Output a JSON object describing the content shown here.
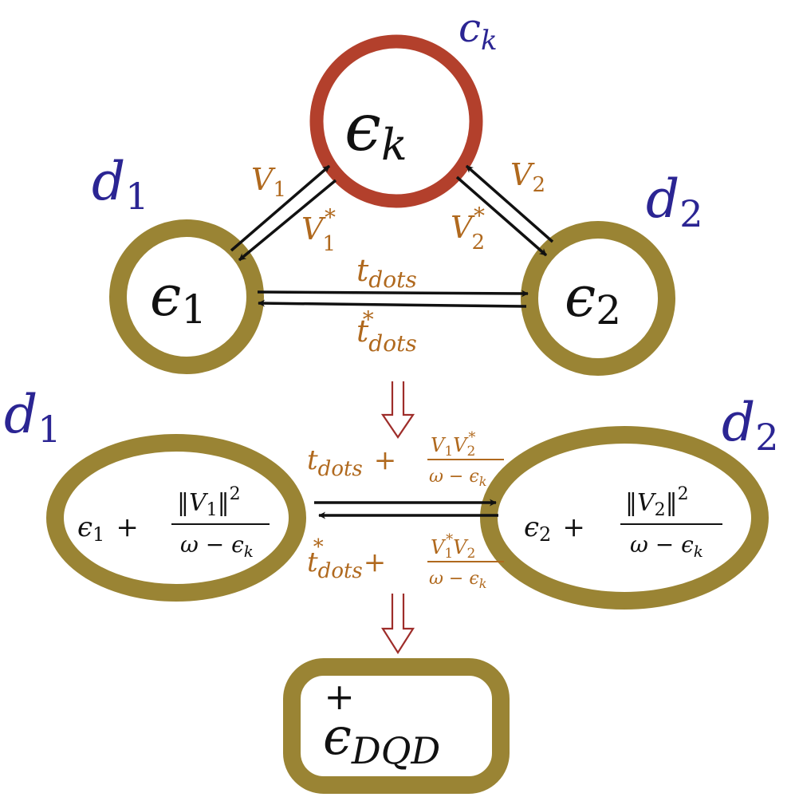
{
  "colors": {
    "gold": "#9a8434",
    "red": "#b3402c",
    "blue": "#2b2593",
    "brown": "#b0691e",
    "dark_red": "#9e2d2a",
    "black": "#111111"
  },
  "top": {
    "bath_label": "c",
    "bath_label_sub": "k",
    "bath_energy": "ϵ",
    "bath_energy_sub": "k",
    "dot1_label": "d",
    "dot1_label_sub": "1",
    "dot2_label": "d",
    "dot2_label_sub": "2",
    "dot1_energy": "ϵ",
    "dot1_energy_sub": "1",
    "dot2_energy": "ϵ",
    "dot2_energy_sub": "2",
    "v1": "V",
    "v1_sub": "1",
    "v1_star": "V",
    "v1_star_sub": "1",
    "v2": "V",
    "v2_sub": "2",
    "v2_star": "V",
    "v2_star_sub": "2",
    "star": "*",
    "t": "t",
    "t_sub": "dots"
  },
  "middle": {
    "dot1_label": "d",
    "dot1_label_sub": "1",
    "dot2_label": "d",
    "dot2_label_sub": "2",
    "eps1": "ϵ",
    "eps1_sub": "1",
    "eps2": "ϵ",
    "eps2_sub": "2",
    "plus": "+",
    "norm_open": "‖",
    "norm_close": "‖",
    "v": "V",
    "sq": "2",
    "denom": "ω − ϵ",
    "denom_sub": "k",
    "t": "t",
    "t_sub": "dots",
    "star": "*"
  },
  "bottom": {
    "eps": "ϵ",
    "sup": "+",
    "sub": "DQD"
  }
}
